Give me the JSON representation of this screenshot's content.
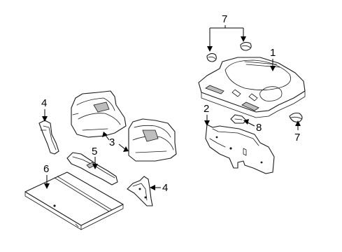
{
  "callouts": [
    {
      "id": "c1",
      "text": "1"
    },
    {
      "id": "c2",
      "text": "2"
    },
    {
      "id": "c3",
      "text": "3"
    },
    {
      "id": "c4a",
      "text": "4"
    },
    {
      "id": "c4b",
      "text": "4"
    },
    {
      "id": "c5",
      "text": "5"
    },
    {
      "id": "c6",
      "text": "6"
    },
    {
      "id": "c7a",
      "text": "7"
    },
    {
      "id": "c7b",
      "text": "7"
    },
    {
      "id": "c8",
      "text": "8"
    }
  ],
  "colors": {
    "line": "#1a1a1a",
    "shade": "#bdbdbd",
    "background": "#ffffff"
  }
}
